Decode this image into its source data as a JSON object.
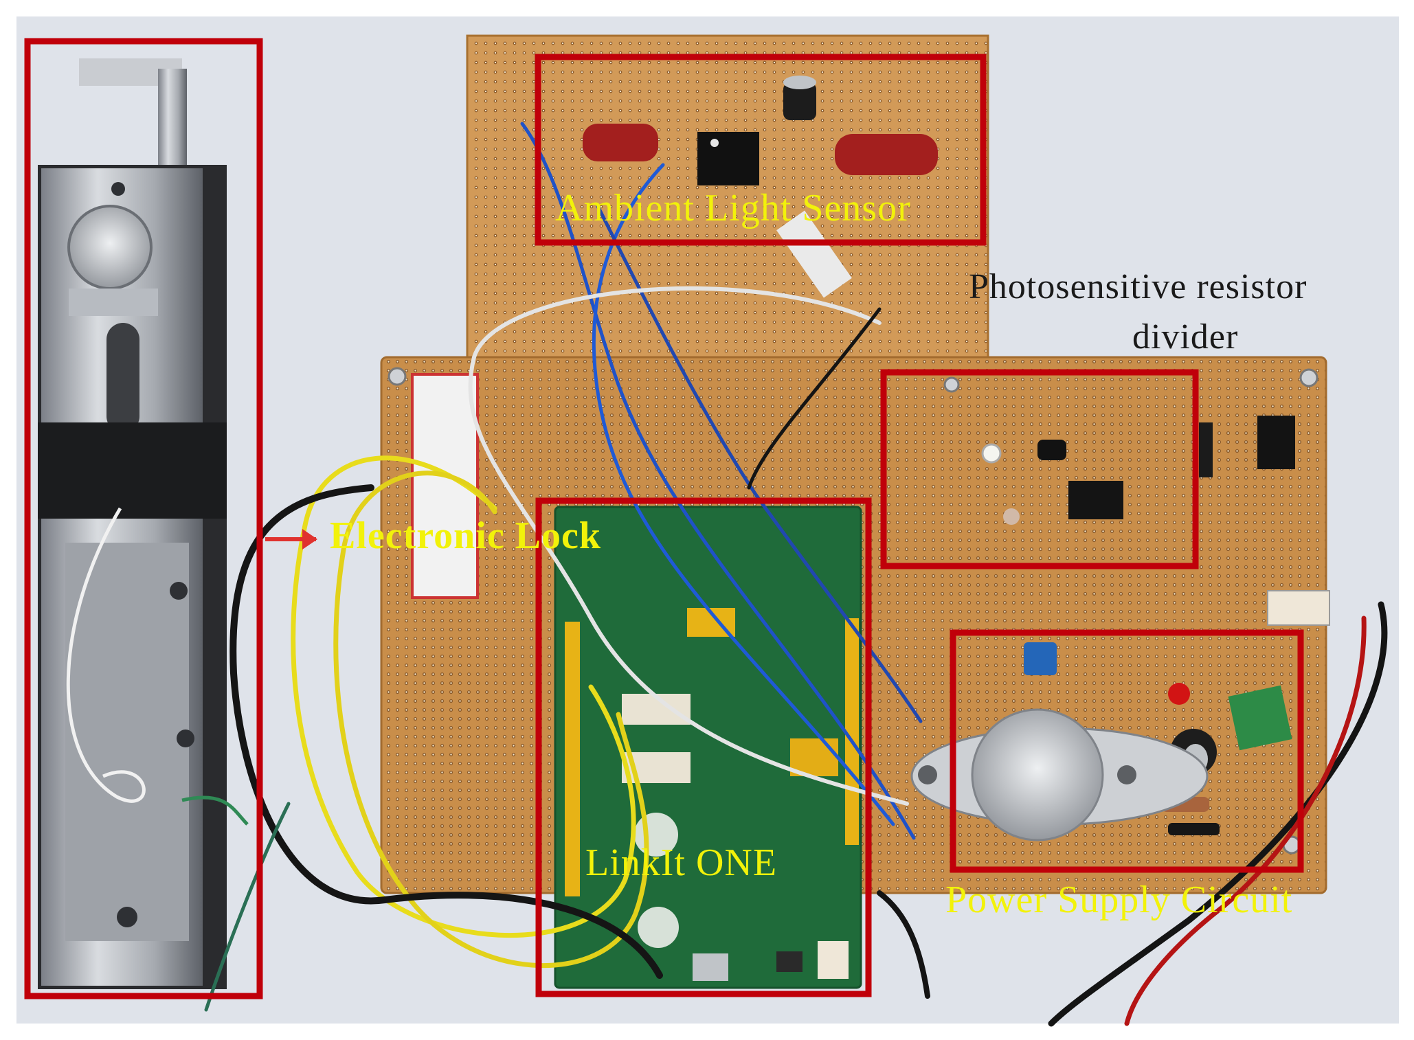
{
  "labels": {
    "ambient_light_sensor": "Ambient Light Sensor",
    "photosensitive_line1": "Photosensitive resistor",
    "photosensitive_line2": "divider",
    "electronic_lock": "Electronic Lock",
    "linkit_one": "LinkIt ONE",
    "power_supply": "Power Supply Circuit"
  },
  "colors": {
    "highlight_box": "#c0000a",
    "label_text": "#f2f20a",
    "background": "#dfe3ea",
    "perfboard": "#c98e4a",
    "pcb": "#1f6b3a"
  }
}
